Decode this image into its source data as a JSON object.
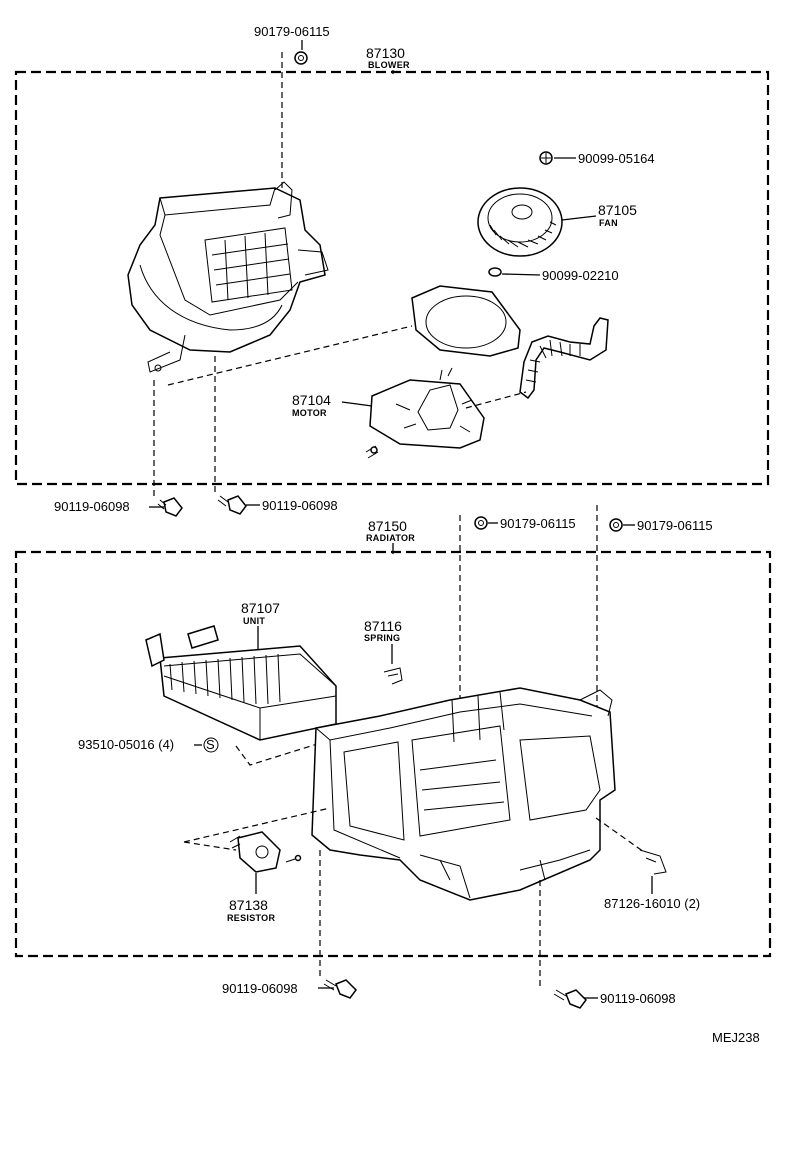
{
  "blower": {
    "number": "87130",
    "name": "BLOWER"
  },
  "radiator": {
    "number": "87150",
    "name": "RADIATOR"
  },
  "parts": {
    "screw_top": "90179-06115",
    "nut_fan": "90099-05164",
    "fan_num": "87105",
    "fan_name": "FAN",
    "washer_fan": "90099-02210",
    "motor_num": "87104",
    "motor_name": "MOTOR",
    "bolt_left1": "90119-06098",
    "bolt_left2": "90119-06098",
    "screw_mid1": "90179-06115",
    "screw_mid2": "90179-06115",
    "unit_num": "87107",
    "unit_name": "UNIT",
    "spring_num": "87116",
    "spring_name": "SPRING",
    "screw_unit": "93510-05016 (4)",
    "screw_unit_mark": "S",
    "resistor_num": "87138",
    "resistor_name": "RESISTOR",
    "clip": "87126-16010 (2)",
    "bolt_bottom1": "90119-06098",
    "bolt_bottom2": "90119-06098"
  },
  "figure_code": "MEJ238"
}
